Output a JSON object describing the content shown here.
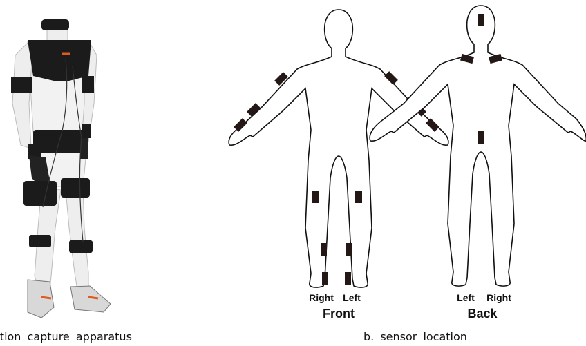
{
  "captions": {
    "a": "otion  capture  apparatus",
    "b": "b.  sensor  location"
  },
  "front": {
    "title": "Front",
    "right_label": "Right",
    "left_label": "Left"
  },
  "back": {
    "title": "Back",
    "left_label": "Left",
    "right_label": "Right"
  },
  "colors": {
    "sensor": "#231815",
    "suit_black": "#1b1b1b",
    "suit_white": "#f2f2f2",
    "accent": "#e05a1b"
  }
}
